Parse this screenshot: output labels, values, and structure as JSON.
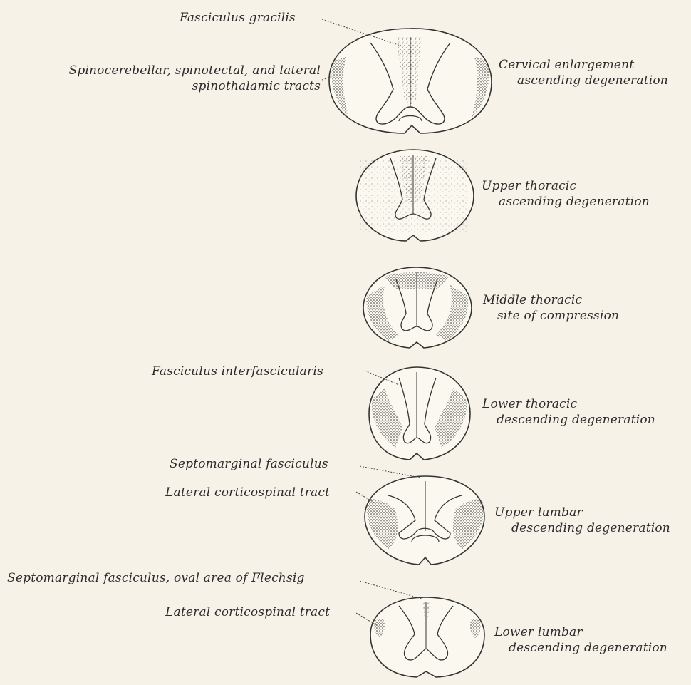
{
  "sections": [
    {
      "key": "cervical",
      "line1": "Cervical enlargement",
      "line2": "ascending degeneration"
    },
    {
      "key": "upper-thoracic",
      "line1": "Upper thoracic",
      "line2": "ascending degeneration"
    },
    {
      "key": "middle-thoracic",
      "line1": "Middle thoracic",
      "line2": "site of compression"
    },
    {
      "key": "lower-thoracic",
      "line1": "Lower thoracic",
      "line2": "descending degeneration"
    },
    {
      "key": "upper-lumbar",
      "line1": "Upper lumbar",
      "line2": "descending degeneration"
    },
    {
      "key": "lower-lumbar",
      "line1": "Lower lumbar",
      "line2": "descending degeneration"
    }
  ],
  "callouts": {
    "fasciculus_gracilis": "Fasciculus gracilis",
    "spinocerebellar_line1": "Spinocerebellar, spinotectal, and lateral",
    "spinocerebellar_line2": "spinothalamic tracts",
    "fasciculus_interfascicularis": "Fasciculus interfascicularis",
    "septomarginal_fasciculus": "Septomarginal fasciculus",
    "lateral_corticospinal_upper": "Lateral corticospinal tract",
    "septomarginal_oval": "Septomarginal fasciculus, oval area of Flechsig",
    "lateral_corticospinal_lower": "Lateral corticospinal tract"
  }
}
